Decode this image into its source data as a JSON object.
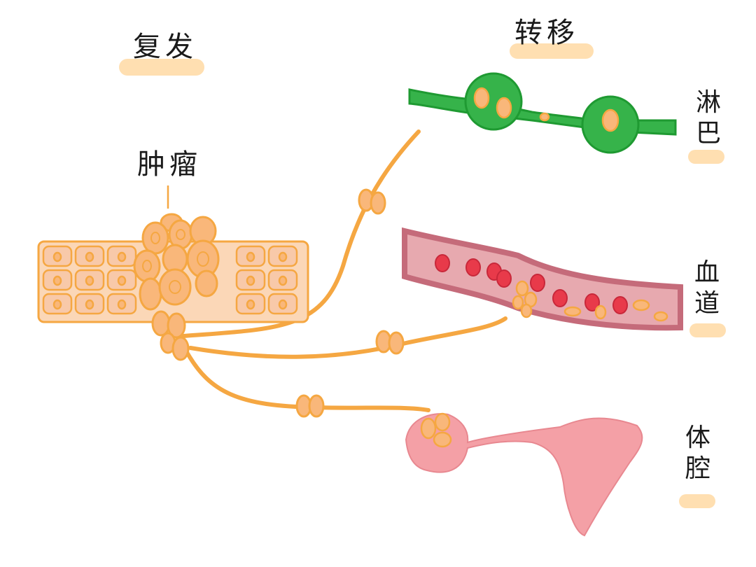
{
  "labels": {
    "recurrence": "复发",
    "metastasis": "转移",
    "tumor": "肿瘤",
    "lymph": "淋巴",
    "blood": "血道",
    "cavity": "体腔"
  },
  "colors": {
    "tumor_cell_fill": "#f9b77a",
    "tumor_cell_stroke": "#f5a742",
    "normal_cell_fill": "#f8c9a9",
    "path_orange": "#f5a742",
    "lymph_green": "#36b34a",
    "lymph_dark": "#1f9a32",
    "vessel_wall": "#c56b7a",
    "vessel_inner": "#e7a9af",
    "red_cell": "#e83a4a",
    "organ_pink": "#f4a0a6",
    "highlight": "#ffd9a3"
  }
}
